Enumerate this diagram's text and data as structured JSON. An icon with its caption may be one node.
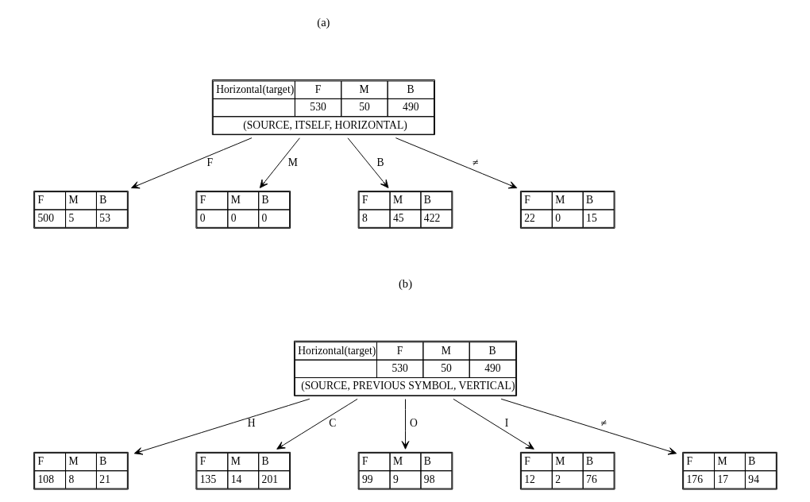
{
  "diagram": {
    "nodes": [
      {
        "text": [
          "Horizontal(target)",
          "F",
          "M",
          "B",
          "530",
          "50",
          "490",
          "(SOURCE, ITSELF, HORIZONTAL)"
        ]
      },
      {
        "text": [
          "F",
          "M",
          "B",
          "500",
          "5",
          "53"
        ]
      },
      {
        "text": [
          "F",
          "M",
          "B",
          "0",
          "0",
          "0"
        ]
      },
      {
        "text": [
          "F",
          "M",
          "B",
          "8",
          "45",
          "422"
        ]
      },
      {
        "text": [
          "F",
          "M",
          "B",
          "22",
          "0",
          "15"
        ]
      },
      {
        "text": [
          "Horizontal(target)",
          "F",
          "M",
          "B",
          "530",
          "50",
          "490",
          "(SOURCE, PREVIOUS SYMBOL, VERTICAL)"
        ]
      },
      {
        "text": [
          "F",
          "M",
          "B",
          "108",
          "8",
          "21"
        ]
      },
      {
        "text": [
          "F",
          "M",
          "B",
          "135",
          "14",
          "201"
        ]
      },
      {
        "text": [
          "F",
          "M",
          "B",
          "99",
          "9",
          "98"
        ]
      },
      {
        "text": [
          "F",
          "M",
          "B",
          "12",
          "2",
          "76"
        ]
      },
      {
        "text": [
          "F",
          "M",
          "B",
          "176",
          "17",
          "94"
        ]
      }
    ],
    "edges": [
      {
        "from": 0,
        "to": 1,
        "arrow": "to",
        "label": "F"
      },
      {
        "from": 0,
        "to": 2,
        "arrow": "to",
        "label": "M"
      },
      {
        "from": 0,
        "to": 3,
        "arrow": "to",
        "label": "B"
      },
      {
        "from": 0,
        "to": 4,
        "arrow": "to",
        "label": "≠"
      },
      {
        "from": 5,
        "to": 6,
        "arrow": "to",
        "label": "H"
      },
      {
        "from": 5,
        "to": 7,
        "arrow": "to",
        "label": "C"
      },
      {
        "from": 5,
        "to": 8,
        "arrow": "to",
        "label": "O"
      },
      {
        "from": 5,
        "to": 9,
        "arrow": "to",
        "label": "I"
      },
      {
        "from": 5,
        "to": 10,
        "arrow": "to",
        "label": "≠"
      }
    ],
    "labels": [
      "(a)",
      "(b)"
    ]
  }
}
